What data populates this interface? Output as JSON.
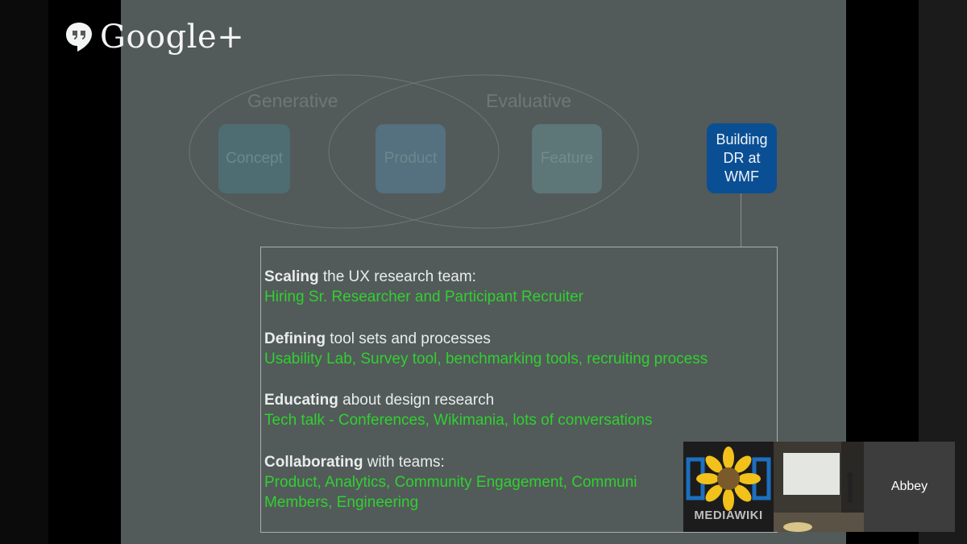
{
  "branding": {
    "name": "Google+"
  },
  "diagram": {
    "labels": [
      "Generative",
      "Evaluative"
    ],
    "boxes": [
      "Concept",
      "Product",
      "Feature"
    ],
    "highlight": [
      "Building",
      "DR at",
      "WMF"
    ]
  },
  "content": [
    {
      "bold": "Scaling",
      "rest": " the UX research team:",
      "detail": [
        "Hiring Sr. Researcher and Participant Recruiter"
      ]
    },
    {
      "bold": "Defining",
      "rest": " tool sets and processes",
      "detail": [
        "Usability Lab, Survey tool, benchmarking tools, recruiting process"
      ]
    },
    {
      "bold": "Educating",
      "rest": " about design research",
      "detail": [
        "Tech talk - Conferences, Wikimania, lots of conversations"
      ]
    },
    {
      "bold": "Collaborating",
      "rest": " with teams:",
      "detail": [
        "Product, Analytics, Community Engagement, Communi",
        "Members, Engineering"
      ]
    }
  ],
  "participants": {
    "mediawiki_label": "MEDIAWIKI",
    "abbey": "Abbey"
  },
  "colors": {
    "slide_bg": "#535a5a",
    "highlight_box": "#0a4f94",
    "detail_text": "#2fd12f"
  }
}
